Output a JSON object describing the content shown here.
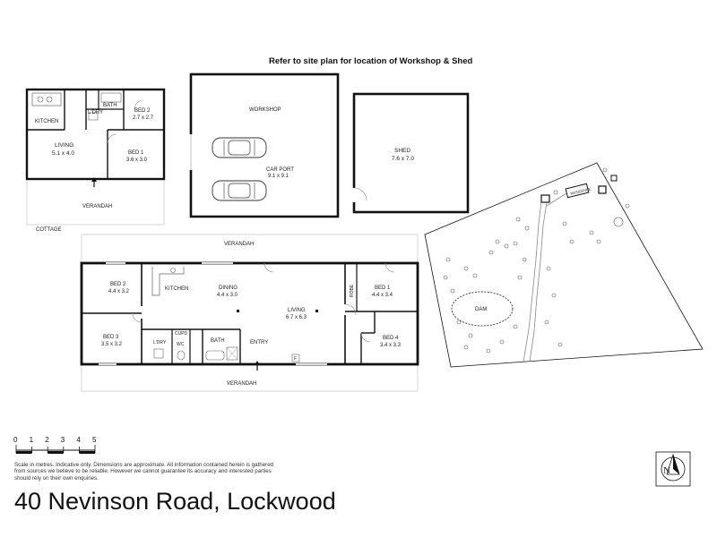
{
  "header_note": "Refer to site plan for location of Workshop & Shed",
  "cottage": {
    "label": "COTTAGE",
    "kitchen": "KITCHEN",
    "laundry": "L'DRY",
    "bath": "BATH",
    "bed2_name": "BED 2",
    "bed2_size": "2.7 x 2.7",
    "living_name": "LIVING",
    "living_size": "5.1 x 4.0",
    "bed1_name": "BED 1",
    "bed1_size": "3.6 x 3.0",
    "verandah": "VERANDAH"
  },
  "workshop": {
    "label": "WORKSHOP",
    "carport_name": "CAR PORT",
    "carport_size": "9.1 x 9.1"
  },
  "shed": {
    "name": "SHED",
    "size": "7.6 x 7.0"
  },
  "house": {
    "verandah_top": "VERANDAH",
    "verandah_bottom": "VERANDAH",
    "bed2_name": "BED 2",
    "bed2_size": "4.4 x 3.2",
    "kitchen": "KITCHEN",
    "dining_name": "DINING",
    "dining_size": "4.4 x 3.0",
    "living_name": "LIVING",
    "living_size": "6.7 x 6.3",
    "robe": "ROBE",
    "bed1_name": "BED 1",
    "bed1_size": "4.4 x 3.4",
    "bed3_name": "BED 3",
    "bed3_size": "3.5 x 3.2",
    "laundry": "L'DRY",
    "cupd": "CUPD",
    "wc": "WC",
    "bath": "BATH",
    "entry": "ENTRY",
    "fireplace": "F",
    "bed4_name": "BED 4",
    "bed4_size": "3.4 x 3.3"
  },
  "site": {
    "residence": "RESIDENCE",
    "dam": "DAM"
  },
  "scale": {
    "numbers": [
      "0",
      "1",
      "2",
      "3",
      "4",
      "5"
    ],
    "disclaimer": "Scale in metres. Indicative only. Dimensions are approximate. All information contained herein is gathered from sources we believe to be reliable. However we cannot guarantee its accuracy and interested parties should rely on their own enquiries."
  },
  "compass": {
    "label": "N"
  },
  "address": "40 Nevinson Road, Lockwood"
}
